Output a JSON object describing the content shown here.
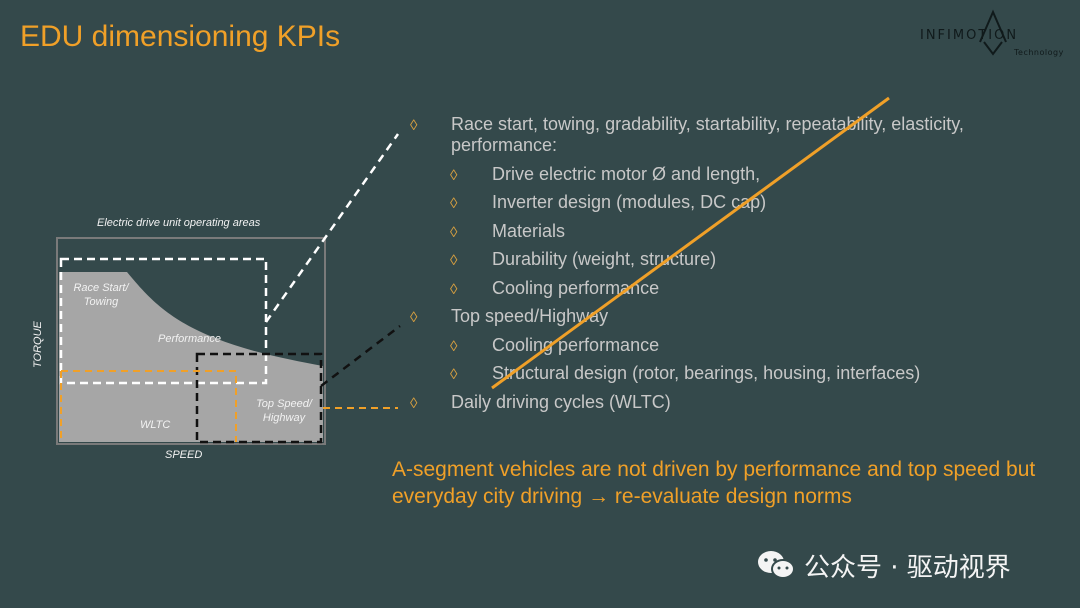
{
  "title": "EDU dimensioning KPIs",
  "logo": {
    "text": "INFIMOTION",
    "subtext": "Technology"
  },
  "diagram": {
    "heading": "Electric drive unit operating areas",
    "y_axis_label": "TORQUE",
    "x_axis_label": "SPEED",
    "region_race": "Race Start/ Towing",
    "region_performance": "Performance",
    "region_top_speed": "Top Speed/ Highway",
    "region_wltc": "WLTC"
  },
  "bullets": [
    {
      "level": 1,
      "text": "Race start, towing, gradability, startability, repeatability, elasticity, performance:"
    },
    {
      "level": 2,
      "text": "Drive electric motor Ø and length,"
    },
    {
      "level": 2,
      "text": "Inverter design (modules, DC cap)"
    },
    {
      "level": 2,
      "text": "Materials"
    },
    {
      "level": 2,
      "text": "Durability (weight, structure)"
    },
    {
      "level": 2,
      "text": "Cooling performance"
    },
    {
      "level": 1,
      "text": "Top speed/Highway"
    },
    {
      "level": 2,
      "text": "Cooling performance"
    },
    {
      "level": 2,
      "text": "Structural design (rotor, bearings, housing, interfaces)"
    },
    {
      "level": 1,
      "text": "Daily driving cycles (WLTC)"
    }
  ],
  "note": "A-segment vehicles are not driven by performance and top speed but everyday city driving → re-evaluate design norms",
  "watermark": {
    "text": "公众号 · 驱动视界"
  },
  "colors": {
    "background": "#34494b",
    "accent": "#f0a028",
    "bullet_text": "#c8c8c8",
    "area_fill": "#a6a6a6"
  }
}
